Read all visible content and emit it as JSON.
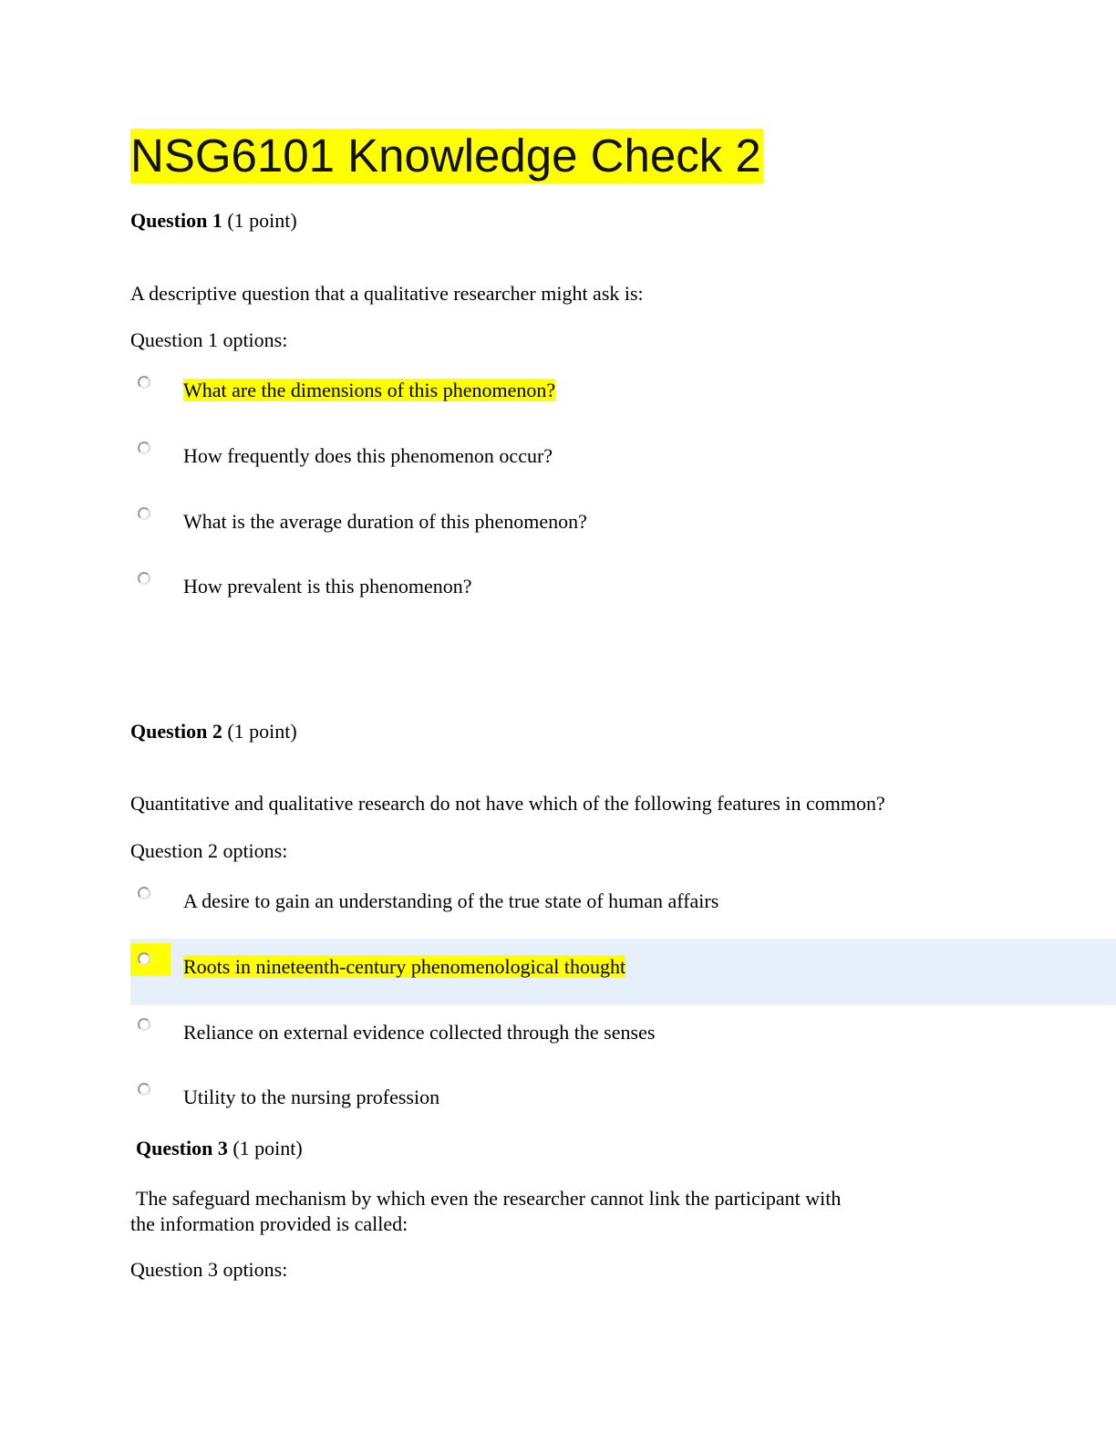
{
  "title": "NSG6101 Knowledge Check 2",
  "questions": [
    {
      "label": "Question 1",
      "points": "(1 point)",
      "prompt": "A descriptive question that a qualitative researcher might ask is:",
      "options_label": "Question 1 options:",
      "options": [
        "What are the dimensions of this phenomenon?",
        "How frequently does this phenomenon occur?",
        "What is the average duration of this phenomenon?",
        "How prevalent is this phenomenon?"
      ]
    },
    {
      "label": "Question 2",
      "points": "(1 point)",
      "prompt": "Quantitative and qualitative research do not have which of the following features in common?",
      "options_label": "Question 2 options:",
      "options": [
        "A desire to gain an understanding of the true state of human affairs",
        "Roots in nineteenth-century phenomenological thought",
        "Reliance on external evidence collected through the senses",
        "Utility to the nursing profession"
      ]
    },
    {
      "label": "Question 3",
      "points": "(1 point)",
      "prompt_line1": "The safeguard mechanism by which even the researcher cannot link the participant with",
      "prompt_line2": "the information provided is called:",
      "options_label": "Question 3 options:"
    }
  ],
  "colors": {
    "highlight": "#ffff00",
    "selected_row": "#e6f0fb"
  },
  "icons": {
    "radio": "radio-button-icon"
  }
}
